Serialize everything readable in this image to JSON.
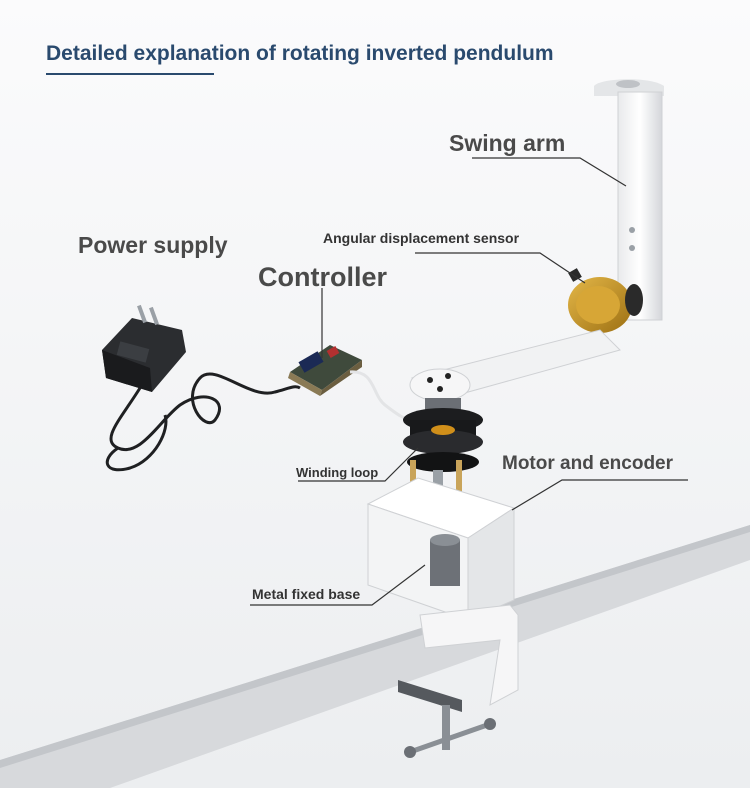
{
  "title": "Detailed explanation of rotating inverted pendulum",
  "labels": {
    "swing_arm": "Swing arm",
    "power_supply": "Power supply",
    "controller": "Controller",
    "angular_sensor": "Angular displacement sensor",
    "winding_loop": "Winding loop",
    "motor_encoder": "Motor and encoder",
    "metal_base": "Metal fixed base"
  },
  "colors": {
    "title": "#2a4a6e",
    "label": "#4a4a4a",
    "background": "#f4f5f7",
    "table_top": "#d7d9dc",
    "sensor_gold": "#c8961e"
  }
}
